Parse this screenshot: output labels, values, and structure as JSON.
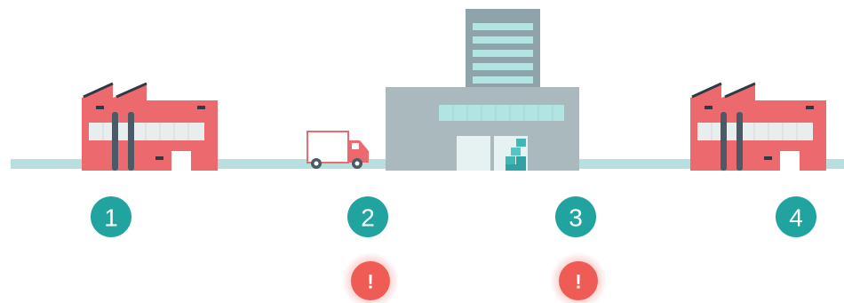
{
  "colors": {
    "road": "#b9dede",
    "factory_body": "#ec6a6e",
    "factory_chimney": "#4b5a66",
    "factory_window": "#e8eeee",
    "warehouse_body": "#a9b9bd",
    "tower_body": "#8fa3aa",
    "window_band": "#b3e4e4",
    "truck_cab": "#ec6a6e",
    "step_circle": "#21a4a0",
    "alert_circle": "#ef5b55",
    "boxes": "#3fb7b5"
  },
  "steps": [
    {
      "label": "1"
    },
    {
      "label": "2"
    },
    {
      "label": "3"
    },
    {
      "label": "4"
    }
  ],
  "alerts": [
    {
      "label": "!"
    },
    {
      "label": "!"
    }
  ],
  "icons": {
    "factory_left": "factory-icon",
    "truck": "delivery-truck-icon",
    "warehouse": "warehouse-icon",
    "factory_right": "factory-icon"
  }
}
